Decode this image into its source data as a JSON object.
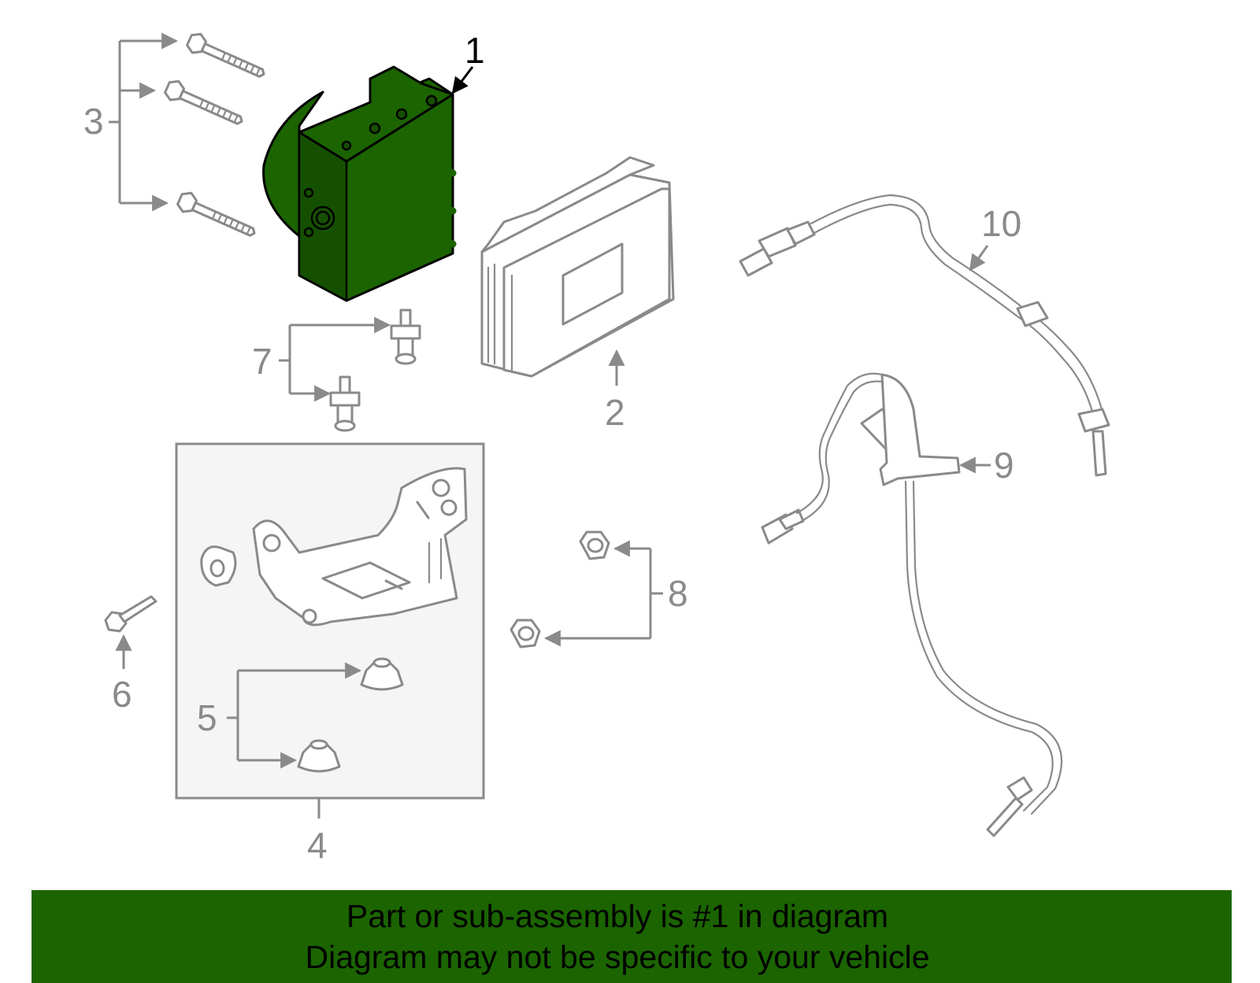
{
  "callouts": {
    "c1": "1",
    "c2": "2",
    "c3": "3",
    "c4": "4",
    "c5": "5",
    "c6": "6",
    "c7": "7",
    "c8": "8",
    "c9": "9",
    "c10": "10"
  },
  "banner": {
    "line1": "Part or sub-assembly is #1 in diagram",
    "line2": "Diagram may not be specific to your vehicle"
  },
  "colors": {
    "highlight": "#1b6400",
    "line": "#8a8a8a"
  }
}
